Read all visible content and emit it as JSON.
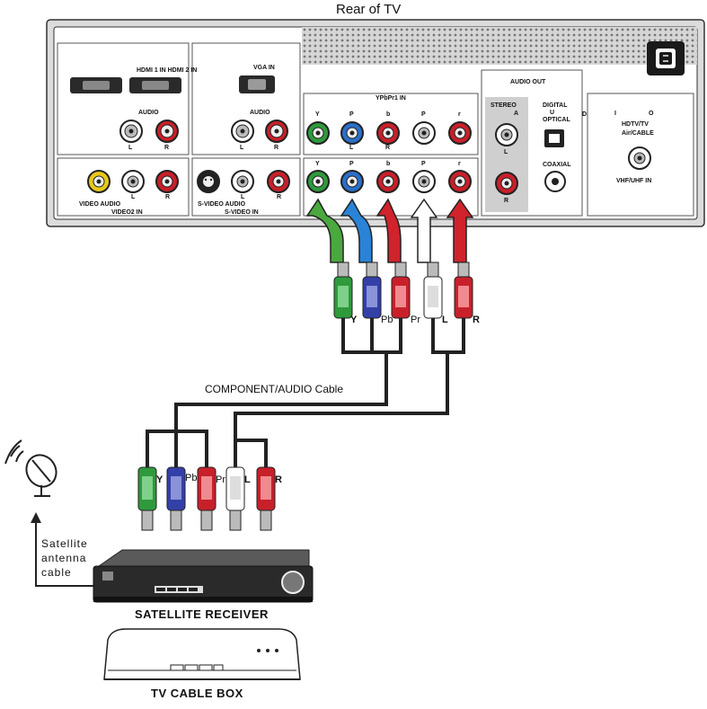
{
  "tv": {
    "title": "Rear of TV",
    "hdmi": {
      "label": "HDMI 1 IN HDMI 2 IN",
      "audio": "AUDIO",
      "l": "L",
      "r": "R"
    },
    "vga": {
      "label": "VGA IN",
      "audio": "AUDIO",
      "l": "L",
      "r": "R"
    },
    "video2": {
      "label1": "VIDEO AUDIO",
      "label2": "VIDEO2 IN",
      "l": "L",
      "r": "R"
    },
    "svideo": {
      "label1": "S-VIDEO AUDIO",
      "label2": "S-VIDEO IN",
      "l": "L",
      "r": "R"
    },
    "ypbpr": {
      "label": "YPbPr1 IN",
      "y": "Y",
      "p": "P",
      "b": "b",
      "r": "r",
      "l": "L",
      "rr": "R"
    },
    "audio_out": {
      "label": "AUDIO OUT",
      "stereo": "STEREO",
      "a": "A",
      "l": "L",
      "r": "R",
      "digital": "DIGITAL",
      "u": "U",
      "optical": "OPTICAL",
      "d": "D",
      "coaxial": "COAXIAL"
    },
    "antenna": {
      "i": "I",
      "o": "O",
      "line1": "HDTV/TV",
      "line2": "Air/CABLE",
      "line3": "VHF/UHF IN"
    }
  },
  "cable": {
    "label": "COMPONENT/AUDIO Cable",
    "plugs_top": [
      "Y",
      "Pb",
      "Pr",
      "L",
      "R"
    ],
    "plugs_bottom": [
      "Y",
      "Pb",
      "Pr",
      "L",
      "R"
    ]
  },
  "devices": {
    "satellite_cable_label": [
      "Satellite",
      "antenna",
      "cable"
    ],
    "satellite_receiver": "SATELLITE RECEIVER",
    "tv_cable_box": "TV CABLE BOX"
  },
  "colors": {
    "green": "#2e9a3c",
    "blue": "#2a6fc9",
    "red": "#c8202a",
    "white": "#ffffff",
    "panel": "#d8d8d8"
  }
}
